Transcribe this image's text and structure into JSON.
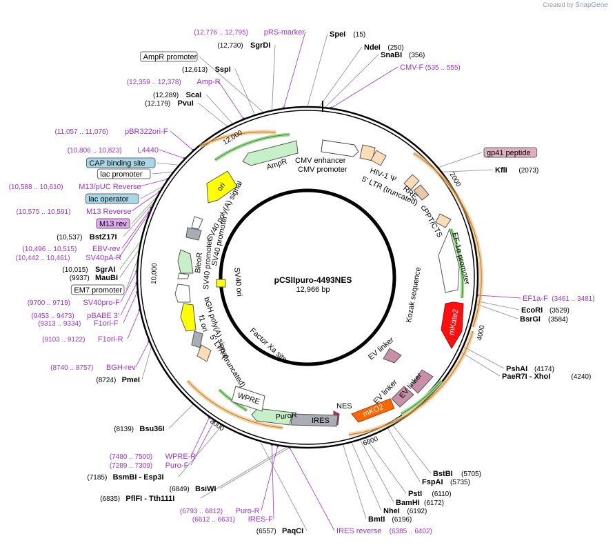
{
  "logo": {
    "prefix": "Created by",
    "brand": "SnapGene"
  },
  "plasmid": {
    "name": "pCSIIpuro-4493NES",
    "length_label": "12,966 bp"
  },
  "ticks": [
    "2000",
    "4000",
    "6000",
    "8000",
    "10,000",
    "12,000"
  ],
  "features": {
    "cmv_enhancer": "CMV enhancer",
    "cmv_promoter": "CMV promoter",
    "hiv_psi": "HIV-1 Ψ",
    "ltr5": "5' LTR (truncated)",
    "rre": "RRE",
    "cppt": "cPPT/CTS",
    "ef1a": "EF-1α promoter",
    "kozak": "Kozak sequence",
    "mkate2": "mKate2",
    "ev_linker": "EV linker",
    "mko2": "mKO2",
    "nes": "NES",
    "ires": "IRES",
    "puror": "PuroR",
    "wpre": "WPRE",
    "factor_xa": "Factor Xa site",
    "ltr5b": "5' LTR (truncated)",
    "bgh": "bGH poly(A) signal",
    "f1ori": "f1 ori",
    "sv40_promoter": "SV40 promoter",
    "bleor": "BleoR",
    "sv40_promoter2": "SV40 promoter",
    "sv40_ori": "SV40 ori",
    "sv40_polya": "SV40 poly(A) signal",
    "ori": "ori",
    "ampr": "AmpR"
  },
  "labels": [
    {
      "kind": "primer",
      "range": "(12,776 .. 12,795)",
      "name": "pRS-marker"
    },
    {
      "kind": "site",
      "name": "SpeI",
      "pos": "(15)"
    },
    {
      "kind": "site",
      "name": "SgrDI",
      "pos": "(12,730)"
    },
    {
      "kind": "site",
      "name": "NdeI",
      "pos": "(250)"
    },
    {
      "kind": "box",
      "name": "AmpR promoter"
    },
    {
      "kind": "site",
      "name": "SnaBI",
      "pos": "(356)"
    },
    {
      "kind": "site",
      "name": "SspI",
      "pos": "(12,613)"
    },
    {
      "kind": "primer",
      "name": "CMV-F",
      "range": "(535 .. 555)"
    },
    {
      "kind": "primer",
      "range": "(12,359 .. 12,378)",
      "name": "Amp-R"
    },
    {
      "kind": "site",
      "name": "ScaI",
      "pos": "(12,289)"
    },
    {
      "kind": "site",
      "name": "PvuI",
      "pos": "(12,179)"
    },
    {
      "kind": "primer",
      "range": "(11,057 .. 11,076)",
      "name": "pBR322ori-F"
    },
    {
      "kind": "primer",
      "range": "(10,806 .. 10,823)",
      "name": "L4440"
    },
    {
      "kind": "box",
      "name": "gp41 peptide"
    },
    {
      "kind": "box",
      "name": "CAP binding site"
    },
    {
      "kind": "site",
      "name": "KflI",
      "pos": "(2073)"
    },
    {
      "kind": "box",
      "name": "lac promoter"
    },
    {
      "kind": "primer",
      "range": "(10,588 .. 10,610)",
      "name": "M13/pUC Reverse"
    },
    {
      "kind": "box",
      "name": "lac operator"
    },
    {
      "kind": "primer",
      "range": "(10,575 .. 10,591)",
      "name": "M13 Reverse"
    },
    {
      "kind": "box",
      "name": "M13 rev"
    },
    {
      "kind": "site",
      "name": "BstZ17I",
      "pos": "(10,537)"
    },
    {
      "kind": "primer",
      "range": "(10,496 .. 10,515)",
      "name": "EBV-rev"
    },
    {
      "kind": "primer",
      "range": "(10,442 .. 10,461)",
      "name": "SV40pA-R"
    },
    {
      "kind": "site",
      "name": "SgrAI",
      "pos": "(10,015)"
    },
    {
      "kind": "site",
      "name": "MauBI",
      "pos": "(9937)"
    },
    {
      "kind": "box",
      "name": "EM7 promoter"
    },
    {
      "kind": "primer",
      "range": "(9700 .. 9719)",
      "name": "SV40pro-F"
    },
    {
      "kind": "primer",
      "name": "EF1a-F",
      "range": "(3461 .. 3481)"
    },
    {
      "kind": "primer",
      "range": "(9453 .. 9473)",
      "name": "pBABE 3'"
    },
    {
      "kind": "site",
      "name": "EcoRI",
      "pos": "(3529)"
    },
    {
      "kind": "primer",
      "range": "(9313 .. 9334)",
      "name": "F1ori-F"
    },
    {
      "kind": "site",
      "name": "BsrGI",
      "pos": "(3584)"
    },
    {
      "kind": "primer",
      "range": "(9103 .. 9122)",
      "name": "F1ori-R"
    },
    {
      "kind": "site",
      "name": "PshAI",
      "pos": "(4174)"
    },
    {
      "kind": "primer",
      "range": "(8740 .. 8757)",
      "name": "BGH-rev"
    },
    {
      "kind": "site2",
      "name": "PaeR7I",
      "name2": "XhoI",
      "pos": "(4240)"
    },
    {
      "kind": "site",
      "name": "PmeI",
      "pos": "(8724)"
    },
    {
      "kind": "site",
      "name": "Bsu36I",
      "pos": "(8139)"
    },
    {
      "kind": "primer",
      "range": "(7480 .. 7500)",
      "name": "WPRE-R"
    },
    {
      "kind": "site",
      "name": "BstBI",
      "pos": "(5705)"
    },
    {
      "kind": "primer",
      "range": "(7289 .. 7309)",
      "name": "Puro-F"
    },
    {
      "kind": "site",
      "name": "FspAI",
      "pos": "(5735)"
    },
    {
      "kind": "site2",
      "name": "BsmBI",
      "name2": "Esp3I",
      "pos": "(7185)"
    },
    {
      "kind": "site",
      "name": "PstI",
      "pos": "(6110)"
    },
    {
      "kind": "site",
      "name": "BamHI",
      "pos": "(6172)"
    },
    {
      "kind": "site",
      "name": "BsiWI",
      "pos": "(6849)"
    },
    {
      "kind": "site2",
      "name": "PflFI",
      "name2": "Tth111I",
      "pos": "(6835)"
    },
    {
      "kind": "site",
      "name": "NheI",
      "pos": "(6192)"
    },
    {
      "kind": "site",
      "name": "BmtI",
      "pos": "(6196)"
    },
    {
      "kind": "primer",
      "range": "(6793 .. 6812)",
      "name": "Puro-R"
    },
    {
      "kind": "primer",
      "range": "(6612 .. 6631)",
      "name": "IRES-F"
    },
    {
      "kind": "site",
      "name": "PaqCI",
      "pos": "(6557)"
    },
    {
      "kind": "primer",
      "name": "IRES reverse",
      "range": "(6385 .. 6402)"
    }
  ],
  "colors": {
    "site": "#000000",
    "primer": "#9933cc",
    "backbone": "#000000",
    "orange_band": "#e8b060",
    "green_arrow": "#c8f0c8",
    "yellow": "#ffff00",
    "mkate2": "#ff0000",
    "mko2": "#ff6600",
    "ev_linker": "#c890a8",
    "cap_box": "#a8d8e8",
    "gp41_box": "#e0b0c0",
    "m13_box": "#e0a8f0"
  }
}
